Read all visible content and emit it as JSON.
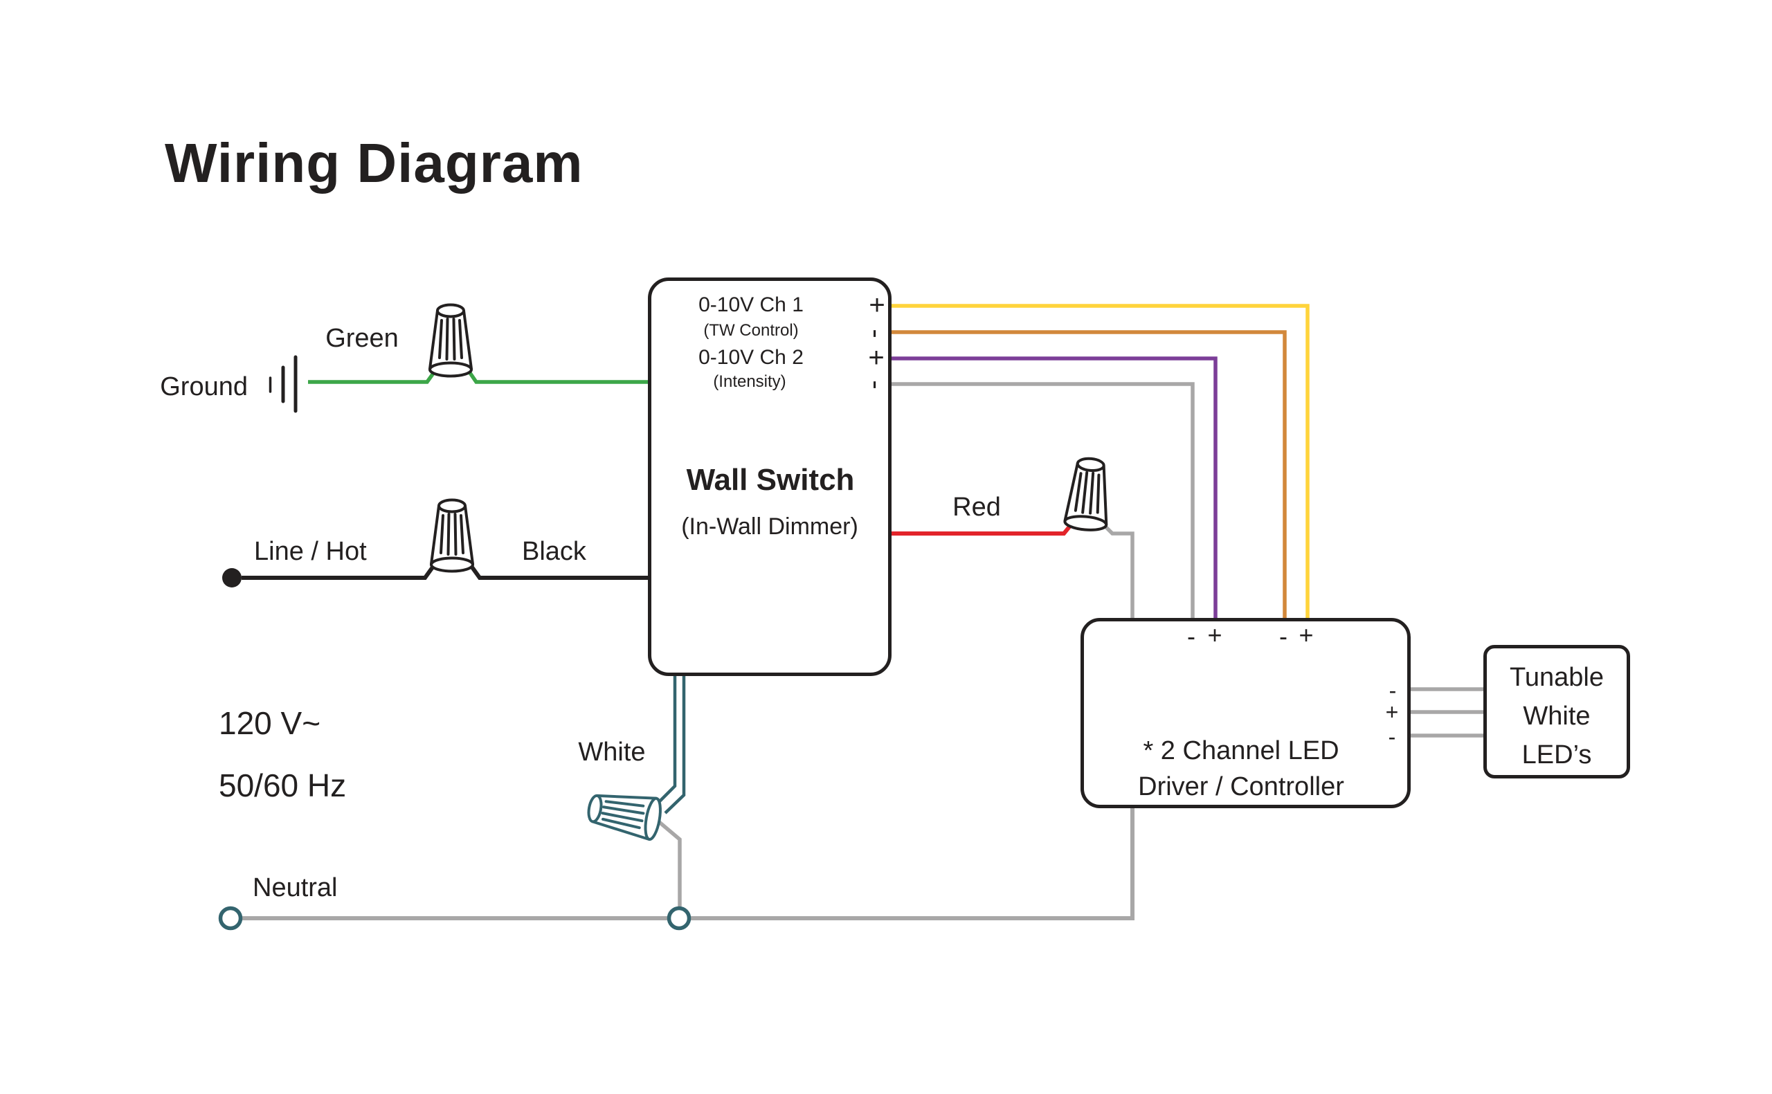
{
  "title": "Wiring Diagram",
  "colors": {
    "black": "#232020",
    "green": "#3CA648",
    "red": "#E2242A",
    "yellow": "#FFD43B",
    "orange": "#D2883B",
    "purple": "#7C3E98",
    "gray": "#A8A7A7",
    "teal": "#33646E"
  },
  "icons": {
    "wire_nut": "cone-connector",
    "ground_symbol": "three-bar-ground",
    "open_terminal": "open-circle",
    "line_terminal": "filled-dot"
  },
  "labels": {
    "ground": "Ground",
    "green": "Green",
    "line_hot": "Line / Hot",
    "black": "Black",
    "red": "Red",
    "white": "White",
    "neutral": "Neutral",
    "voltage_line1": "120 V~",
    "voltage_line2": "50/60 Hz"
  },
  "signs": {
    "plus": "+",
    "minus": "-"
  },
  "wall_switch": {
    "ch1": "0-10V Ch 1",
    "ch1_sub": "(TW Control)",
    "ch2": "0-10V Ch 2",
    "ch2_sub": "(Intensity)",
    "name": "Wall Switch",
    "sub": "(In-Wall Dimmer)"
  },
  "driver": {
    "name_line1": "* 2 Channel LED",
    "name_line2": "Driver / Controller"
  },
  "led_box": {
    "line1": "Tunable",
    "line2": "White",
    "line3": "LED’s"
  }
}
